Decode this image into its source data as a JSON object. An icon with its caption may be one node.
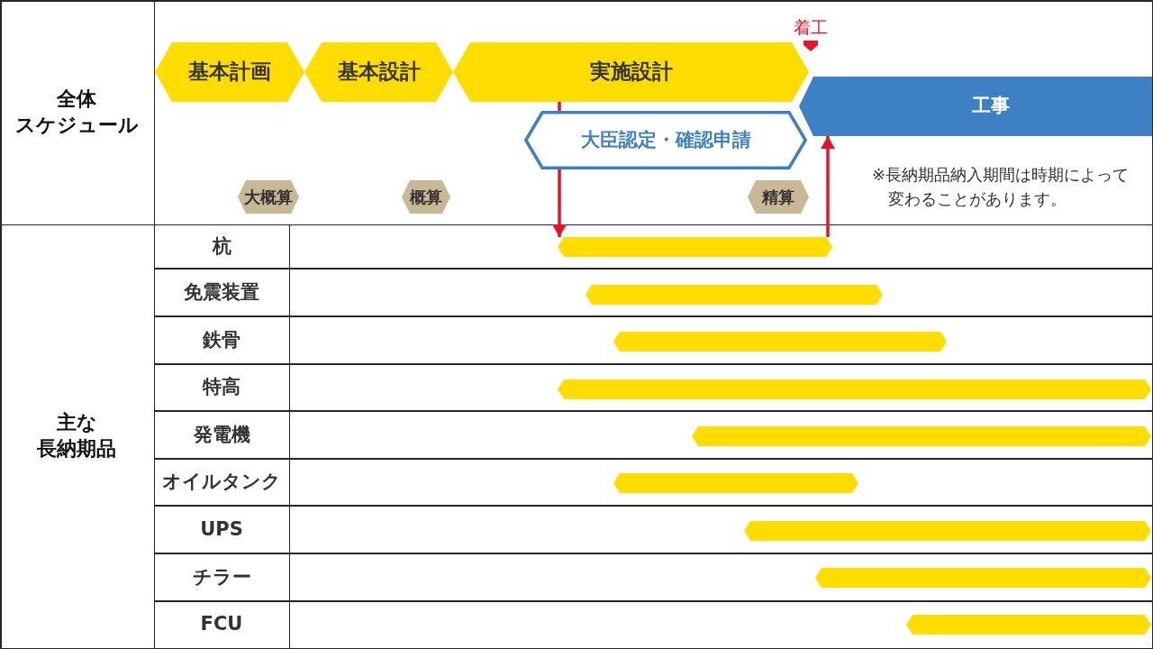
{
  "diagram": {
    "nodes": [
      {
        "text": [
          "基本計画"
        ]
      },
      {
        "text": [
          "基本設計"
        ]
      },
      {
        "text": [
          "実施設計"
        ]
      },
      {
        "text": [
          "工事"
        ]
      },
      {
        "text": [
          "大臣認定・確認申請"
        ]
      },
      {
        "text": [
          "大概算"
        ]
      },
      {
        "text": [
          "概算"
        ]
      },
      {
        "text": [
          "精算"
        ]
      },
      {
        "text": [],
        "shape": "bar"
      },
      {
        "text": [],
        "shape": "bar"
      },
      {
        "text": [],
        "shape": "bar"
      },
      {
        "text": [],
        "shape": "bar"
      },
      {
        "text": [],
        "shape": "bar"
      },
      {
        "text": [],
        "shape": "bar"
      },
      {
        "text": [],
        "shape": "bar"
      },
      {
        "text": [],
        "shape": "bar"
      },
      {
        "text": [],
        "shape": "bar"
      }
    ],
    "edges": [
      {
        "from": 2,
        "to": 4,
        "arrow": "none"
      },
      {
        "from": 4,
        "to": 8,
        "arrow": "to"
      },
      {
        "from": 8,
        "to": 3,
        "arrow": "to"
      }
    ],
    "labels": [
      "着工",
      "全体スケジュール",
      "※長納期品納入期間は時期によって変わることがあります。",
      "主な長納期品",
      "杭",
      "免震装置",
      "鉄骨",
      "特高",
      "発電機",
      "オイルタンク",
      "UPS",
      "チラー",
      "FCU"
    ]
  }
}
